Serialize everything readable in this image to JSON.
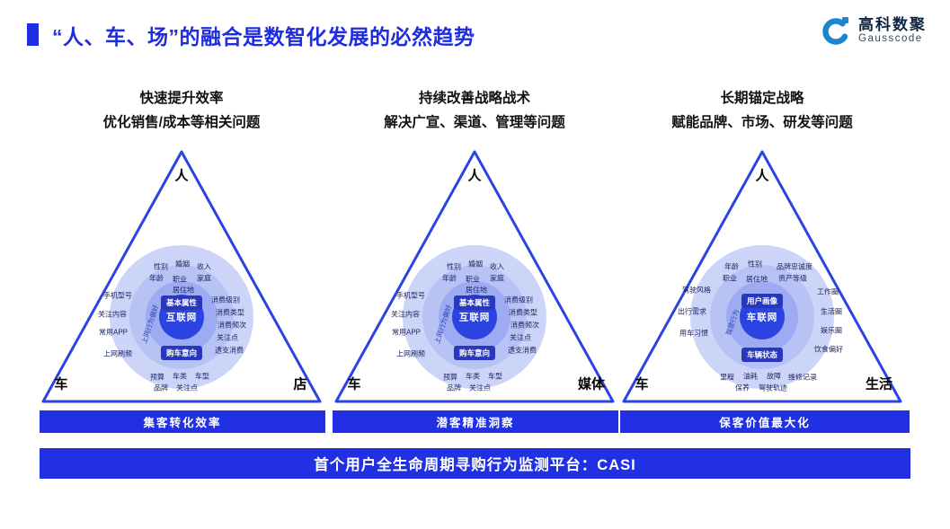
{
  "header": {
    "title": "“人、车、场”的融合是数智化发展的必然趋势",
    "logo_cn": "高科数聚",
    "logo_en": "Gausscode"
  },
  "columns": [
    {
      "heading1": "快速提升效率",
      "heading2": "优化销售/成本等相关问题",
      "apex": "人",
      "corner_left": "车",
      "corner_right": "店",
      "center": "互联网",
      "rotated": "上网行为偏好",
      "box_top": "基本属性",
      "box_bottom": "购车意向",
      "top_labels": [
        "性别",
        "婚姻",
        "收入",
        "年龄",
        "职业",
        "家庭",
        "居住地"
      ],
      "right_labels": [
        "消费级别",
        "消费类型",
        "消费频次",
        "关注点",
        "透支消费"
      ],
      "left_labels": [
        "手机型号",
        "关注内容",
        "常用APP",
        "上网刷频"
      ],
      "bottom_labels": [
        "预算",
        "车类",
        "车型",
        "品牌",
        "关注点"
      ],
      "bar": "集客转化效率"
    },
    {
      "heading1": "持续改善战略战术",
      "heading2": "解决广宣、渠道、管理等问题",
      "apex": "人",
      "corner_left": "车",
      "corner_right": "媒体",
      "center": "互联网",
      "rotated": "上网行为偏好",
      "box_top": "基本属性",
      "box_bottom": "购车意向",
      "top_labels": [
        "性别",
        "婚姻",
        "收入",
        "年龄",
        "职业",
        "家庭",
        "居住地"
      ],
      "right_labels": [
        "消费级别",
        "消费类型",
        "消费频次",
        "关注点",
        "透支消费"
      ],
      "left_labels": [
        "手机型号",
        "关注内容",
        "常用APP",
        "上网刷频"
      ],
      "bottom_labels": [
        "预算",
        "车类",
        "车型",
        "品牌",
        "关注点"
      ],
      "bar": "潜客精准洞察"
    },
    {
      "heading1": "长期锚定战略",
      "heading2": "赋能品牌、市场、研发等问题",
      "apex": "人",
      "corner_left": "车",
      "corner_right": "生活",
      "center": "车联网",
      "rotated": "驾驶行为",
      "box_top": "用户画像",
      "box_bottom": "车辆状态",
      "top_labels": [
        "年龄",
        "性别",
        "品牌忠诚度",
        "职业",
        "居住地",
        "资产等级"
      ],
      "left_labels": [
        "驾驶风格",
        "出行需求",
        "用车习惯"
      ],
      "right_labels": [
        "工作圈",
        "生活圈",
        "娱乐圈",
        "饮食偏好"
      ],
      "bottom_labels": [
        "里程",
        "油耗",
        "故障",
        "维修记录",
        "保养",
        "驾驶轨迹"
      ],
      "bar": "保客价值最大化"
    }
  ],
  "footer": {
    "text": "首个用户全生命周期寻购行为监测平台：CASI"
  }
}
